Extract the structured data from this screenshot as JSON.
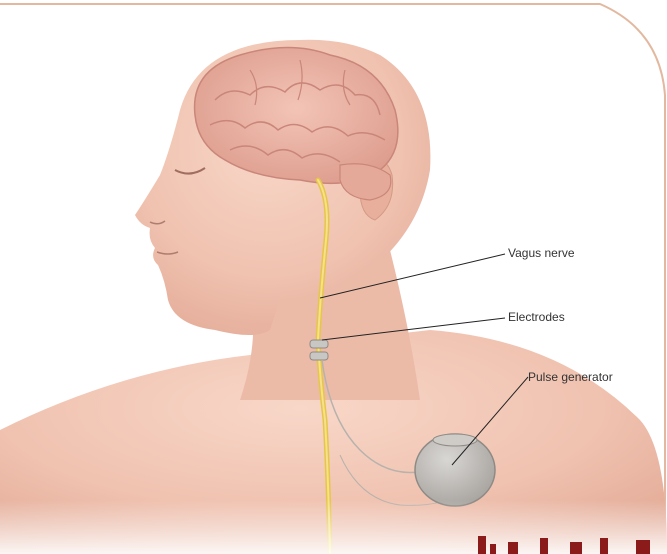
{
  "labels": {
    "vagus_nerve": "Vagus nerve",
    "electrodes": "Electrodes",
    "pulse_generator": "Pulse generator"
  },
  "colors": {
    "skin": "#f2c6b4",
    "skin_shadow": "#e3a896",
    "brain": "#eab3a4",
    "brain_fold": "#c98679",
    "nerve": "#e6c64a",
    "generator": "#bfbcb8",
    "frame_border": "#e2b9a0",
    "leader_line": "#222222"
  }
}
